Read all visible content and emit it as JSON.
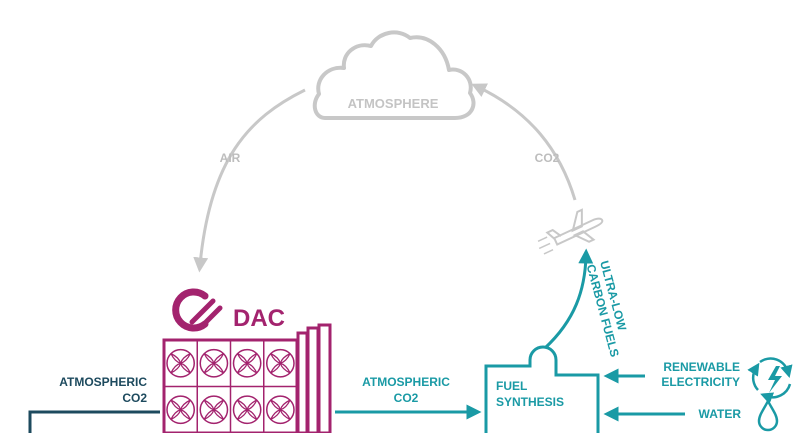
{
  "labels": {
    "atmosphere": "ATMOSPHERE",
    "air": "AIR",
    "co2_top": "CO2",
    "dac_text": "DAC",
    "ultra_low_line1": "ULTRA-LOW",
    "ultra_low_line2": "CARBON FUELS",
    "atmospheric_left_line1": "ATMOSPHERIC",
    "atmospheric_left_line2": "CO2",
    "atmospheric_mid_line1": "ATMOSPHERIC",
    "atmospheric_mid_line2": "CO2",
    "fuel_synthesis_line1": "FUEL",
    "fuel_synthesis_line2": "SYNTHESIS",
    "renewable_line1": "RENEWABLE",
    "renewable_line2": "ELECTRICITY",
    "water": "WATER"
  },
  "icons": {
    "cloud": "cloud-icon",
    "airplane": "airplane-icon",
    "dac_logo": "dac-logo-icon",
    "renewable": "renewable-electricity-icon",
    "water": "water-drop-icon"
  },
  "colors": {
    "grey": "#c8c8c8",
    "grey_text": "#bdbdbd",
    "teal": "#1a9aa5",
    "navy": "#1d4a5e",
    "magenta": "#a3236e"
  }
}
